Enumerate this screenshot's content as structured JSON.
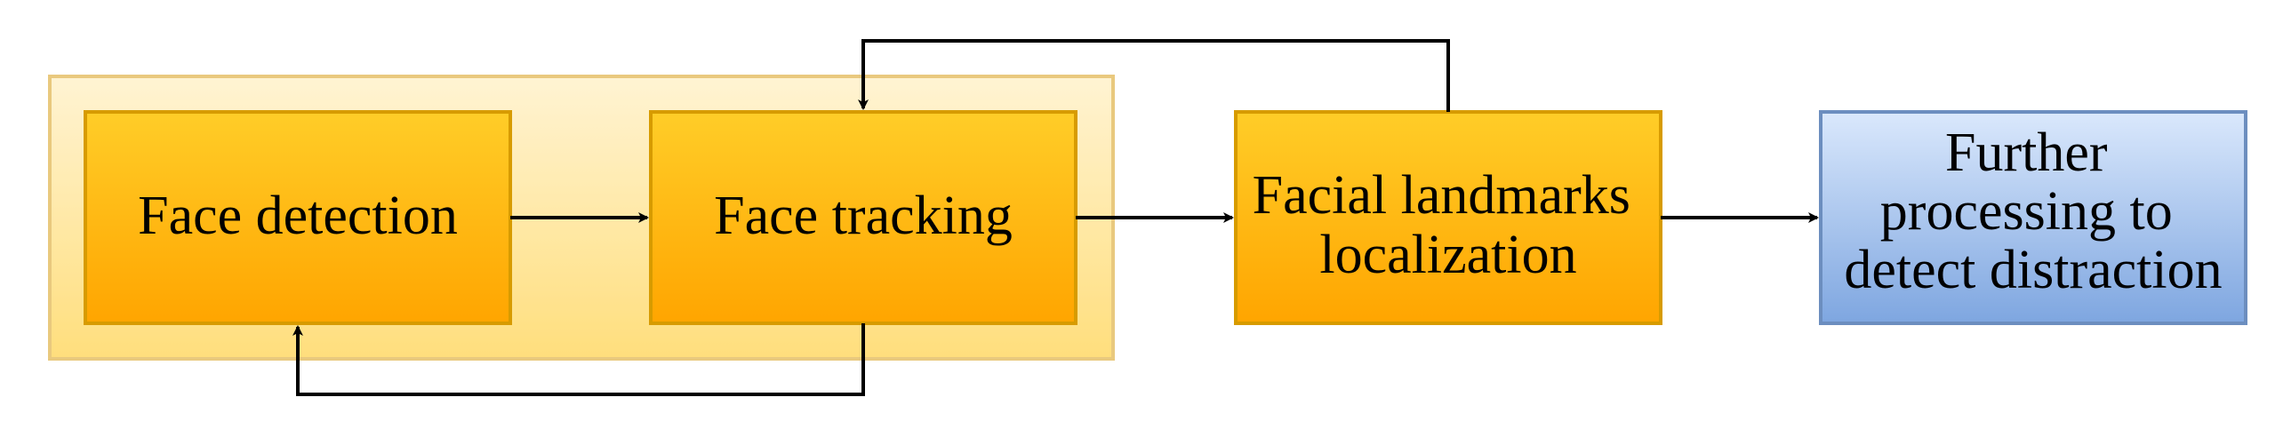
{
  "colors": {
    "group_fill_top": "#fff2cc",
    "group_fill_bottom": "#ffd966",
    "group_stroke": "#e6c068",
    "orange_top": "#ffcd28",
    "orange_bottom": "#ffa500",
    "orange_stroke": "#d79b00",
    "blue_top": "#dae8fc",
    "blue_bottom": "#7ea6e0",
    "blue_stroke": "#6c8ebf",
    "edge": "#000000"
  },
  "nodes": {
    "face_detection": {
      "lines": [
        "Face detection"
      ]
    },
    "face_tracking": {
      "lines": [
        "Face tracking"
      ]
    },
    "landmarks": {
      "lines": [
        "Facial landmarks",
        "localization"
      ]
    },
    "further": {
      "lines": [
        "Further",
        "processing to",
        "detect distraction"
      ]
    }
  }
}
